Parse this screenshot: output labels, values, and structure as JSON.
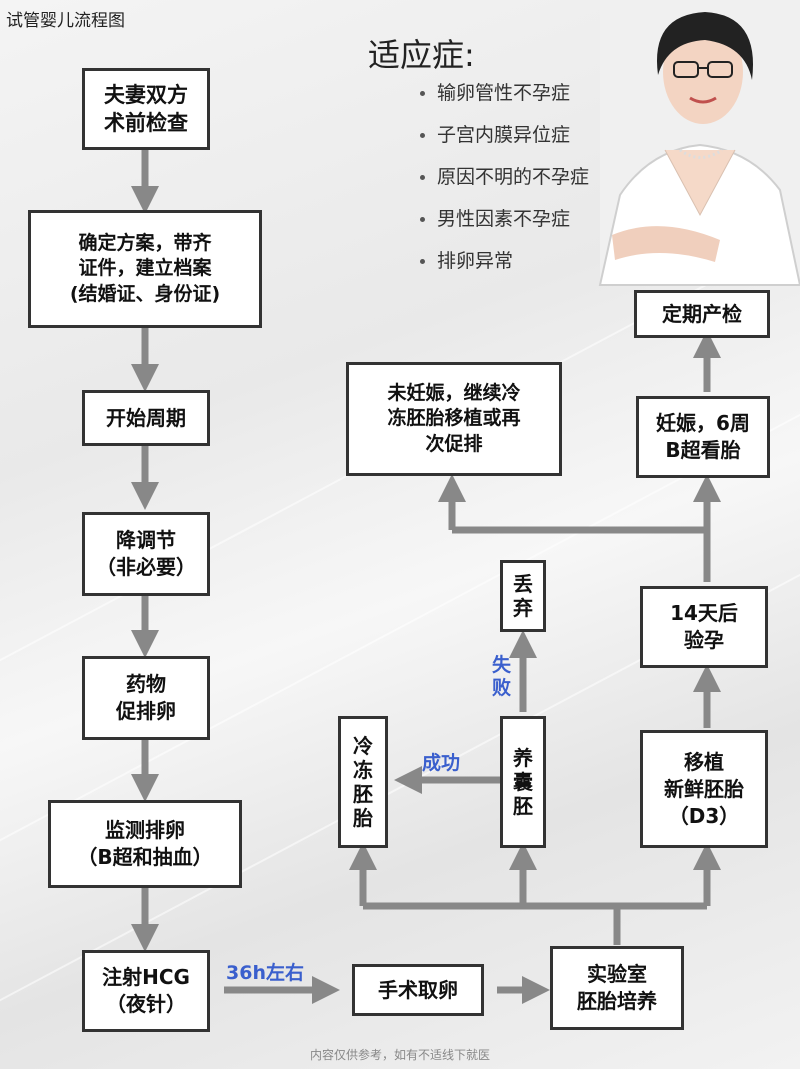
{
  "title": "试管婴儿流程图",
  "indications": {
    "title": "适应症:",
    "items": [
      "输卵管性不孕症",
      "子宫内膜异位症",
      "原因不明的不孕症",
      "男性因素不孕症",
      "排卵异常"
    ]
  },
  "steps": {
    "s1": "夫妻双方\n术前检查",
    "s2": "确定方案，带齐\n证件，建立档案\n(结婚证、身份证)",
    "s3": "开始周期",
    "s4": "降调节\n（非必要）",
    "s5": "药物\n促排卵",
    "s6": "监测排卵\n（B超和抽血）",
    "s7": "注射HCG\n（夜针）",
    "s8": "手术取卵",
    "s9": "实验室\n胚胎培养",
    "s10": "冷\n冻\n胚\n胎",
    "s11": "养\n囊\n胚",
    "s12": "移植\n新鲜胚胎\n（D3）",
    "s13": "丢\n弃",
    "s14": "14天后\n验孕",
    "s15": "未妊娠，继续冷\n冻胚胎移植或再\n次促排",
    "s16": "妊娠，6周\nB超看胎",
    "s17": "定期产检"
  },
  "labels": {
    "hours": "36h左右",
    "success": "成功",
    "fail": "失\n败"
  },
  "footer": "内容仅供参考，如有不适线下就医",
  "colors": {
    "accent": "#3a5fcd",
    "arrow": "#888888",
    "box_border": "#333333"
  }
}
